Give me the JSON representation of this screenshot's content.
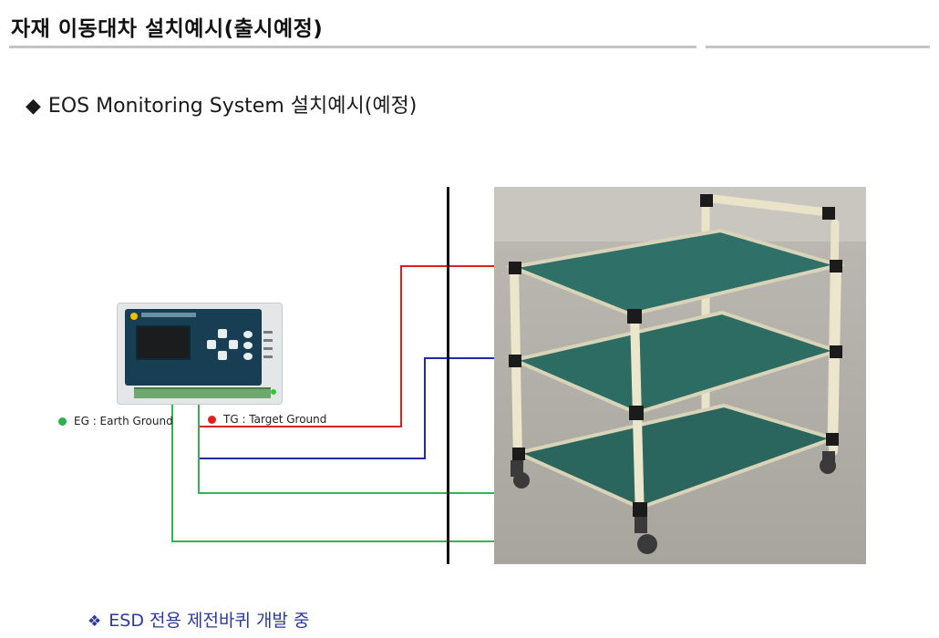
{
  "page": {
    "title": "자재 이동대차 설치예시(출시예정)",
    "section_heading": "EOS Monitoring System 설치예시(예정)",
    "section_bullet": "◆"
  },
  "legend": {
    "earth_ground": {
      "label": "EG : Earth Ground",
      "color": "#2ab24c"
    },
    "target_ground": {
      "label": "TG : Target Ground",
      "color": "#e0201c"
    }
  },
  "wires": {
    "red": "#d9231f",
    "blue": "#1f2aa6",
    "green": "#2fb554"
  },
  "footnote": {
    "glyph": "❖",
    "text": "ESD 전용 제전바퀴 개발 중"
  },
  "icons": {
    "controller": "eos-monitoring-device-icon",
    "cart": "material-transport-cart-icon"
  }
}
